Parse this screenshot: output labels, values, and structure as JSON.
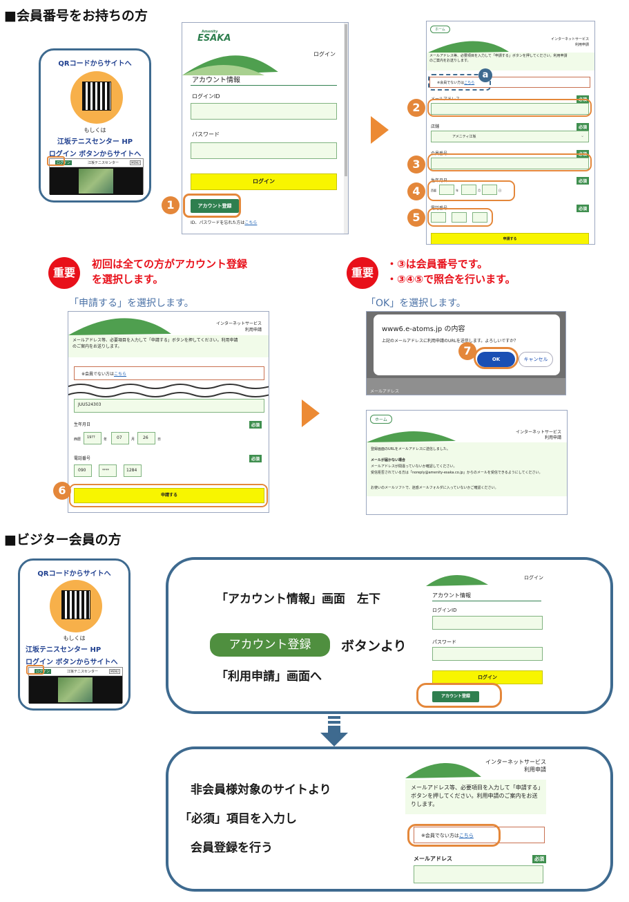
{
  "section1_title": "■会員番号をお持ちの方",
  "section2_title": "■ビジター会員の方",
  "qr": {
    "title": "QRコードからサイトへ",
    "or": "もしくは",
    "line1": "江坂テニスセンター HP",
    "line2": "ログイン ボタンからサイトへ",
    "mini_site": "江坂テニスセンター",
    "mini_login": "ログイン",
    "mini_menu": "MENU"
  },
  "login_screen": {
    "brand_small": "Amenity",
    "brand": "ESAKA",
    "login_link": "ログイン",
    "heading": "アカウント情報",
    "id_label": "ログインID",
    "pw_label": "パスワード",
    "login_button": "ログイン",
    "account_button": "アカウント登録",
    "forgot_prefix": "ID、パスワードを忘れた方は",
    "forgot_link": "こちら"
  },
  "apply_screen": {
    "home": "ホーム",
    "service": "インターネットサービス",
    "apply": "利用申請",
    "instruction": "メールアドレス等、必要項目を入力して「申請する」ボタンを押してください。利用申請のご案内をお送りします。",
    "nonmember_prefix": "※会員でない方は",
    "nonmember_link": "こちら",
    "email_label": "メールアドレス",
    "store_label": "店舗",
    "store_value": "アメニティ江坂",
    "member_label": "会員番号",
    "birth_label": "生年月日",
    "era": "西暦",
    "year": "年",
    "month": "月",
    "day": "日",
    "phone_label": "電話番号",
    "required": "必須",
    "submit": "申請する"
  },
  "filled_screen": {
    "member_no": "JUU524303",
    "birth_year": "19??",
    "birth_month": "07",
    "birth_day": "26",
    "phone1": "090",
    "phone2": "****",
    "phone3": "1284"
  },
  "dialog": {
    "title": "www6.e-atoms.jp の内容",
    "message": "上記のメールアドレスに利用申請のURLを送信します。よろしいですか？",
    "ok": "OK",
    "cancel": "キャンセル",
    "behind": "メールアドレス"
  },
  "sent_screen": {
    "line1": "登録画面のURLをメールアドレスに送信しました。",
    "heading": "メールが届かない場合",
    "line2": "メールアドレスが間違っていないか確認してください。",
    "line3": "受信拒否されている方は「noreply@amenity-esaka.co.jp」からのメールを受信できるようにしてください。",
    "line4": "お使いのメールソフトで、迷惑メールフォルダに入っていないかご確認ください。"
  },
  "notes": {
    "badge": "重要",
    "note1_line1": "初回は全ての方がアカウント登録",
    "note1_line2": "を選択します。",
    "note2_line1": "・③は会員番号です。",
    "note2_line2": "・③④⑤で照合を行います。",
    "caption_apply": "「申請する」を選択します。",
    "caption_ok": "「OK」を選択します。"
  },
  "steps": [
    "1",
    "2",
    "3",
    "4",
    "5",
    "6",
    "7",
    "a"
  ],
  "visitor": {
    "text1": "「アカウント情報」画面　左下",
    "button": "アカウント登録",
    "text2": "ボタンより",
    "text3": "「利用申請」画面へ",
    "text4": "非会員様対象のサイトより",
    "text5": "「必須」項目を入力し",
    "text6": "会員登録を行う",
    "apply_instruction": "メールアドレス等、必要項目を入力して「申請する」ボタンを押してください。利用申請のご案内をお送りします。"
  },
  "colors": {
    "accent_orange": "#e4873a",
    "frame_blue": "#3e6a8f",
    "brand_green": "#2f7f4f",
    "button_yellow": "#f8f500",
    "important_red": "#e8101a"
  }
}
